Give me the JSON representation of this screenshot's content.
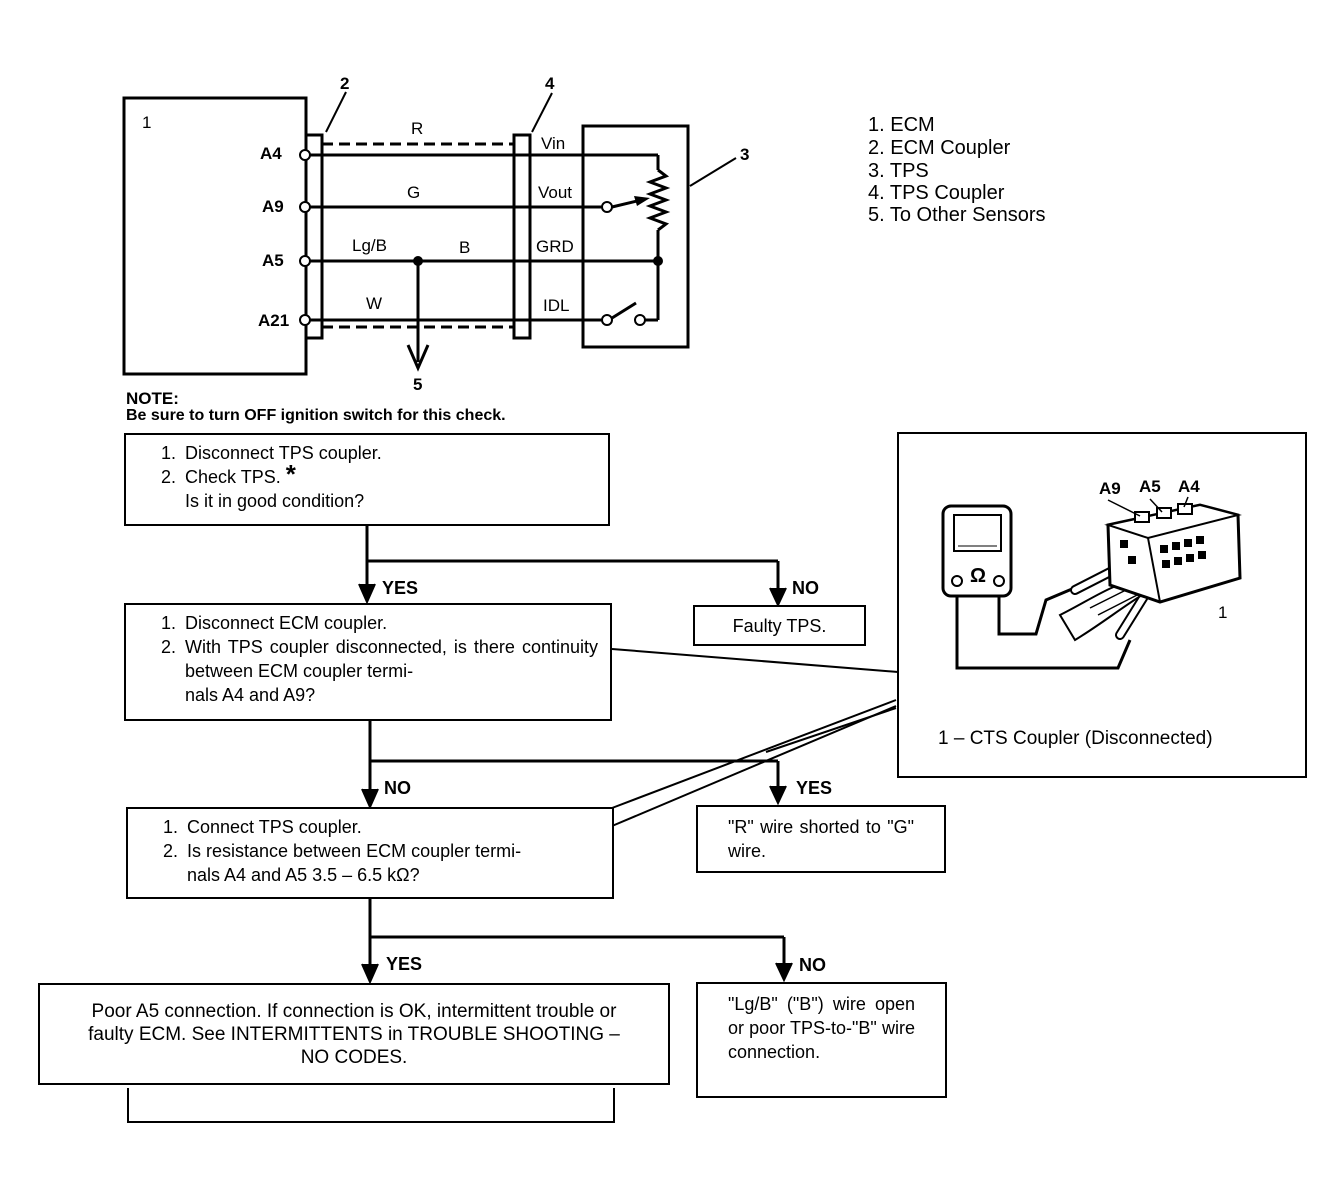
{
  "schematic": {
    "ecm_num": "1",
    "ecm_coupler_num": "2",
    "tps_num": "3",
    "tps_coupler_num": "4",
    "other_sensors_num": "5",
    "terminals": [
      "A4",
      "A9",
      "A5",
      "A21"
    ],
    "wires": {
      "r": "R",
      "g": "G",
      "lgb": "Lg/B",
      "b": "B",
      "w": "W"
    },
    "tps_pins": [
      "Vin",
      "Vout",
      "GRD",
      "IDL"
    ]
  },
  "legend": [
    "1. ECM",
    "2. ECM Coupler",
    "3. TPS",
    "4. TPS Coupler",
    "5. To Other Sensors"
  ],
  "note": {
    "title": "NOTE:",
    "text": "Be sure to turn OFF ignition switch for this check."
  },
  "flow": {
    "step1": {
      "n1": "1.",
      "l1": "Disconnect TPS coupler.",
      "n2": "2.",
      "l2": "Check TPS.",
      "star": "*",
      "l3": "Is it in good condition?"
    },
    "step2": {
      "n1": "1.",
      "l1": "Disconnect ECM coupler.",
      "n2": "2.",
      "l2": "With TPS coupler disconnected, is there continuity between ECM coupler termi-",
      "l3": "nals A4 and A9?"
    },
    "step3": {
      "n1": "1.",
      "l1": "Connect TPS coupler.",
      "n2": "2.",
      "l2": "Is resistance between ECM coupler termi-",
      "l3": "nals A4 and A5 3.5 – 6.5 kΩ?"
    },
    "result_faulty_tps": "Faulty TPS.",
    "result_r_shorted": "\"R\" wire shorted to \"G\" wire.",
    "result_lgb_open": "\"Lg/B\" (\"B\") wire open or poor TPS-to-\"B\" wire connection.",
    "result_final": "Poor A5 connection. If connection is OK, intermittent trouble or faulty ECM. See INTERMITTENTS in TROUBLE SHOOTING – NO CODES.",
    "yes1": "YES",
    "no1": "NO",
    "no2": "NO",
    "yes2": "YES",
    "yes3": "YES",
    "no3": "NO"
  },
  "inset": {
    "pins": [
      "A9",
      "A5",
      "A4"
    ],
    "ohm": "Ω",
    "callout": "1",
    "caption": "1  –  CTS Coupler (Disconnected)"
  }
}
